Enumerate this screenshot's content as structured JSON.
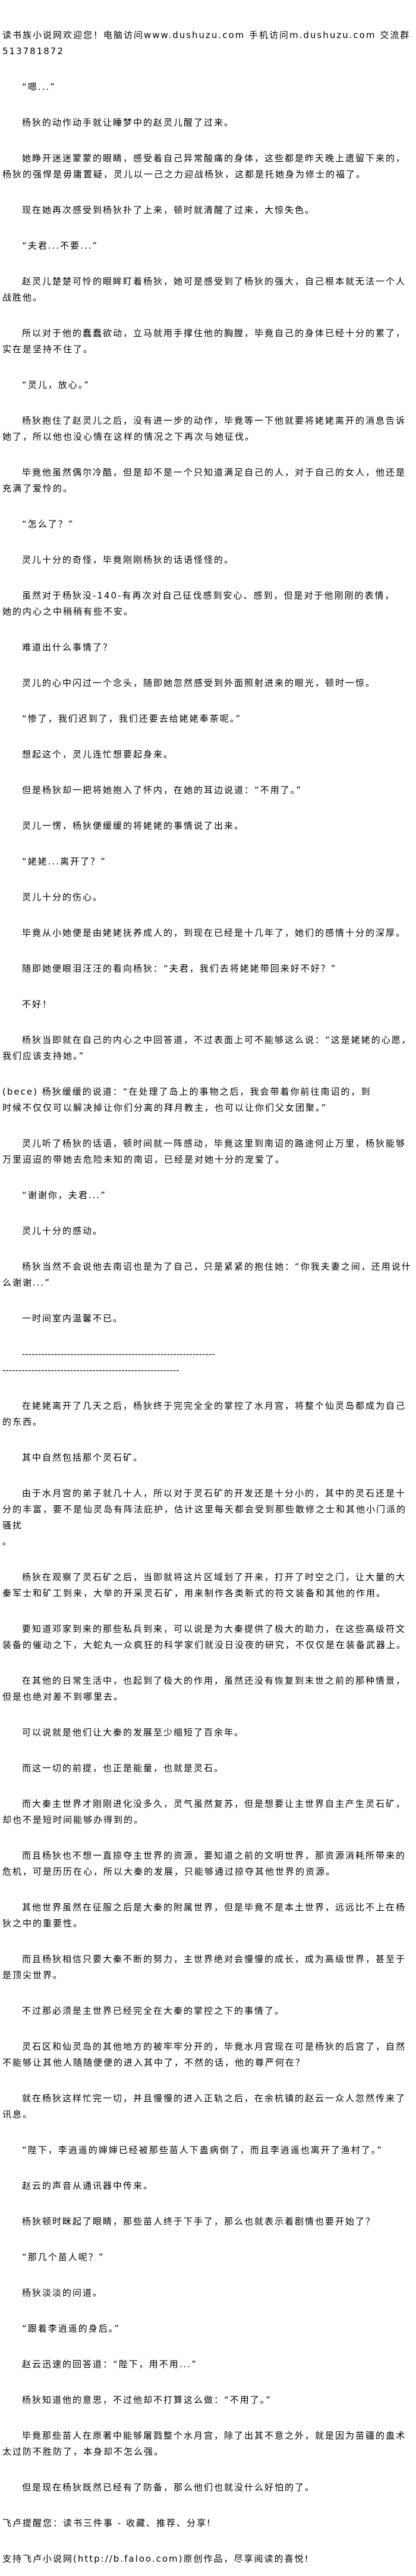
{
  "paragraphs": [
    {
      "text": "读书族小说网欢迎您！电脑访问www.dushuzu.com 手机访问m.dushuzu.com 交流群513781872",
      "indent": false,
      "kind": "site-banner"
    },
    {
      "text": "“嗯...”",
      "indent": true
    },
    {
      "text": "杨狄的动作动手就让睡梦中的赵灵儿醒了过来。",
      "indent": true
    },
    {
      "text": "她睁开迷迷蒙蒙的眼睛，感受着自己异常酸痛的身体，这些都是昨天晚上遗留下来的，杨狄的强悍是毋庸置疑，灵儿以一己之力迎战杨狄，这都是托她身为修士的福了。",
      "indent": true
    },
    {
      "text": "现在她再次感受到杨狄扑了上来，顿时就清醒了过来，大惊失色。",
      "indent": true
    },
    {
      "text": "“夫君...不要...”",
      "indent": true
    },
    {
      "text": "赵灵儿楚楚可怜的眼眸盯着杨狄，她可是感受到了杨狄的强大，自己根本就无法一个人战胜他。",
      "indent": true
    },
    {
      "text": "所以对于他的蠢蠢欲动，立马就用手撑住他的胸膛，毕竟自己的身体已经十分的累了，实在是坚持不住了。",
      "indent": true
    },
    {
      "text": "“灵儿，放心。”",
      "indent": true
    },
    {
      "text": "杨狄抱住了赵灵儿之后，没有进一步的动作，毕竟等一下他就要将姥姥离开的消息告诉她了，所以他也没心情在这样的情况之下再次与她征伐。",
      "indent": true
    },
    {
      "text": "毕竟他虽然偶尔冷酷，但是却不是一个只知道满足自己的人，对于自己的女人，他还是充满了爱怜的。",
      "indent": true
    },
    {
      "text": "“怎么了？”",
      "indent": true
    },
    {
      "text": "灵儿十分的奇怪，毕竟刚刚杨狄的话语怪怪的。",
      "indent": true
    },
    {
      "text": "虽然对于杨狄没-140-有再次对自己征伐感到安心、感到，但是对于他刚刚的表情，\n她的内心之中稍稍有些不安。",
      "indent": true
    },
    {
      "text": "难道出什么事情了？",
      "indent": true
    },
    {
      "text": "灵儿的心中闪过一个念头，随即她忽然感受到外面照射进来的眼光，顿时一惊。",
      "indent": true
    },
    {
      "text": "“惨了，我们迟到了，我们还要去给姥姥奉茶呢。”",
      "indent": true
    },
    {
      "text": "想起这个，灵儿连忙想要起身来。",
      "indent": true
    },
    {
      "text": "但是杨狄却一把将她抱入了怀内，在她的耳边说道：“不用了。”",
      "indent": true
    },
    {
      "text": "灵儿一愣，杨狄便缓缓的将姥姥的事情说了出来。",
      "indent": true
    },
    {
      "text": "“姥姥...离开了？”",
      "indent": true
    },
    {
      "text": "灵儿十分的伤心。",
      "indent": true
    },
    {
      "text": "毕竟从小她便是由姥姥抚养成人的，到现在已经是十几年了，她们的感情十分的深厚。",
      "indent": true
    },
    {
      "text": "随即她便眼泪汪汪的看向杨狄：“夫君，我们去将姥姥带回来好不好？”",
      "indent": true
    },
    {
      "text": "不好！",
      "indent": true
    },
    {
      "text": "杨狄当即就在自己的内心之中回答道，不过表面上可不能够这么说：“这是姥姥的心愿，我们应该支持她。”",
      "indent": true
    },
    {
      "text": " (bece)  杨狄缓缓的说道：“在处理了岛上的事物之后，我会带着你前往南诏的，到\n时候不仅仅可以解决掉让你们分离的拜月教主，也可以让你们父女团聚。”",
      "indent": false
    },
    {
      "text": "灵儿听了杨狄的话语，顿时间就一阵感动，毕竟这里到南诏的路途何止万里，杨狄能够万里迢迢的带她去危险未知的南诏，已经是对她十分的宠爱了。",
      "indent": true
    },
    {
      "text": "“谢谢你，夫君...”",
      "indent": true
    },
    {
      "text": "灵儿十分的感动。",
      "indent": true
    },
    {
      "text": "杨狄当然不会说他去南诏也是为了自己，只是紧紧的抱住她：“你我夫妻之间，还用说什么谢谢...”",
      "indent": true
    },
    {
      "text": "一时间室内温馨不已。",
      "indent": true
    },
    {
      "text": "------------------------------------------------------------\n-------------------------------------------------------",
      "indent": true,
      "kind": "separator"
    },
    {
      "text": "在姥姥离开了几天之后，杨狄终于完完全全的掌控了水月宫，将整个仙灵岛都成为自己的东西。",
      "indent": true
    },
    {
      "text": "其中自然包括那个灵石矿。",
      "indent": true
    },
    {
      "text": "由于水月宫的弟子就几十人，所以对于灵石矿的开发还是十分小的，其中的灵石还是十分的丰富，要不是仙灵岛有阵法庇护，估计这里每天都会受到那些散修之士和其他小门派的骚扰\n。",
      "indent": true
    },
    {
      "text": "杨狄在观察了灵石矿之后，当即就将这片区域划了开来，打开了时空之门，让大量的大秦军士和矿工到来，大举的开采灵石矿，用来制作各类新式的符文装备和其他的作用。",
      "indent": true
    },
    {
      "text": "要知道邓家到来的那些私兵到来，可以说是为大秦提供了极大的助力，在这些高级符文装备的催动之下，大蛇丸一众疯狂的科学家们就没日没夜的研究，不仅仅是在装备武器上。",
      "indent": true
    },
    {
      "text": "在其他的日常生活中，也起到了极大的作用，虽然还没有恢复到末世之前的那种情景，但是也绝对差不到哪里去。",
      "indent": true
    },
    {
      "text": "可以说就是他们让大秦的发展至少缩短了百余年。",
      "indent": true
    },
    {
      "text": "而这一切的前提，也正是能量，也就是灵石。",
      "indent": true
    },
    {
      "text": "而大秦主世界才刚刚进化没多久，灵气虽然复苏，但是想要让主世界自主产生灵石矿，却也不是短时间能够办得到的。",
      "indent": true
    },
    {
      "text": "而且杨狄也不想一直掠夺主世界的资源，要知道之前的文明世界，那资源消耗所带来的危机，可是历历在心，所以大秦的发展，只能够通过掠夺其他世界的资源。",
      "indent": true
    },
    {
      "text": "其他世界虽然在征服之后是大秦的附属世界，但是毕竟不是本土世界，远远比不上在杨狄之中的重要性。",
      "indent": true
    },
    {
      "text": "而且杨狄相信只要大秦不断的努力，主世界绝对会慢慢的成长，成为高级世界，甚至于是顶尖世界。",
      "indent": true
    },
    {
      "text": "不过那必须是主世界已经完全在大秦的掌控之下的事情了。",
      "indent": true
    },
    {
      "text": "灵石区和仙灵岛的其他地方的被牢牢分开的，毕竟水月宫现在可是杨狄的后宫了，自然不能够让其他人随随便便的进入其中了，不然的话，他的尊严何在？",
      "indent": true
    },
    {
      "text": "就在杨狄这样忙完一切，并且慢慢的进入正轨之后，在余杭镇的赵云一众人忽然传来了讯息。",
      "indent": true
    },
    {
      "text": "“陛下，李逍遥的婶婶已经被那些苗人下蛊病倒了，而且李逍遥也离开了渔村了。”",
      "indent": true
    },
    {
      "text": "赵云的声音从通讯器中传来。",
      "indent": true
    },
    {
      "text": "杨狄顿时眯起了眼睛，那些苗人终于下手了，那么也就表示着剧情也要开始了？",
      "indent": true
    },
    {
      "text": "“那几个苗人呢？”",
      "indent": true
    },
    {
      "text": "杨狄淡淡的问道。",
      "indent": true
    },
    {
      "text": "“跟着李逍遥的身后。”",
      "indent": true
    },
    {
      "text": "赵云迅速的回答道：“陛下，用不用...”",
      "indent": true
    },
    {
      "text": "杨狄知道他的意思，不过他却不打算这么做：“不用了。”",
      "indent": true
    },
    {
      "text": "毕竟那些苗人在原著中能够屠戮整个水月宫，除了出其不意之外，就是因为苗疆的蛊术太过防不胜防了，本身却不怎么强。",
      "indent": true
    },
    {
      "text": "但是现在杨狄既然已经有了防备，那么他们也就没什么好怕的了。",
      "indent": true
    },
    {
      "text": "飞卢提醒您：读书三件事 - 收藏、推荐、分享!",
      "indent": false,
      "kind": "footer-reminder"
    },
    {
      "text": "支持飞卢小说网(http://b.faloo.com)原创作品，尽享阅读的喜悦!",
      "indent": false,
      "kind": "footer-support"
    }
  ]
}
